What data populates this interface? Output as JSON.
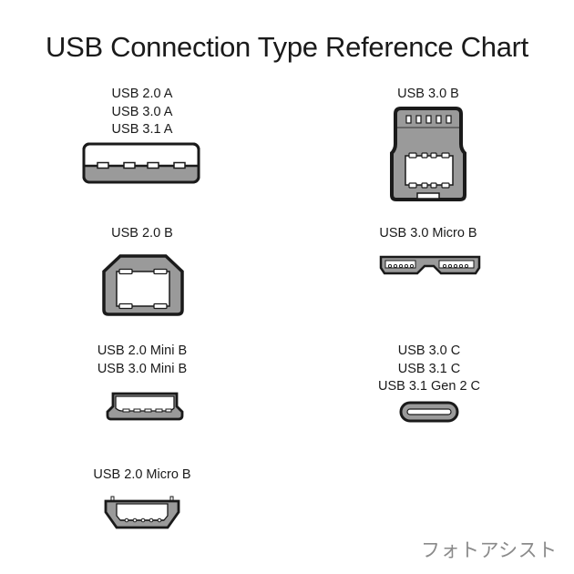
{
  "title": "USB Connection Type Reference Chart",
  "connectors": [
    {
      "id": "type-a",
      "labels": [
        "USB 2.0 A",
        "USB 3.0 A",
        "USB 3.1 A"
      ]
    },
    {
      "id": "3-0-b",
      "labels": [
        "USB 3.0 B"
      ]
    },
    {
      "id": "2-0-b",
      "labels": [
        "USB 2.0 B"
      ]
    },
    {
      "id": "3-0-micro-b",
      "labels": [
        "USB 3.0 Micro B"
      ]
    },
    {
      "id": "mini-b",
      "labels": [
        "USB 2.0 Mini B",
        "USB 3.0 Mini B"
      ]
    },
    {
      "id": "type-c",
      "labels": [
        "USB 3.0 C",
        "USB 3.1 C",
        "USB 3.1 Gen 2 C"
      ]
    },
    {
      "id": "2-0-micro-b",
      "labels": [
        "USB 2.0 Micro B"
      ]
    }
  ],
  "colors": {
    "outline": "#1a1a1a",
    "fill_gray": "#9a9a9a",
    "pin_white": "#ffffff"
  },
  "watermark": "フォトアシスト"
}
